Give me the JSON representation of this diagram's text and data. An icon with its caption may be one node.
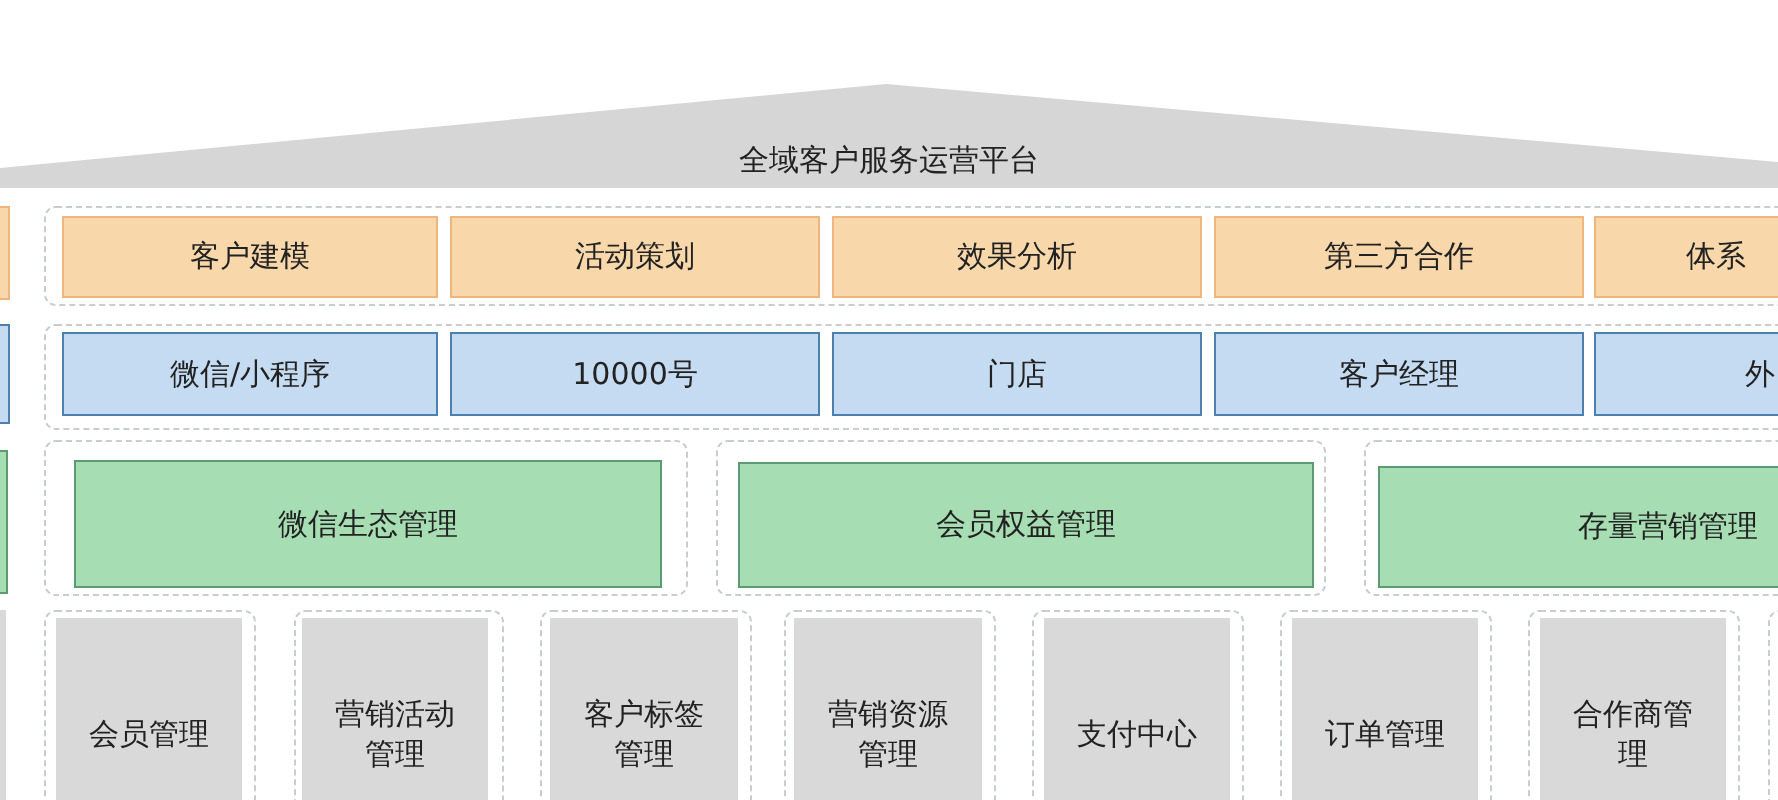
{
  "diagram": {
    "nodes": [
      {
        "text": [
          "全域客户服务运营平台"
        ]
      },
      {
        "text": [],
        "shape": "box"
      },
      {
        "text": [],
        "shape": "box"
      },
      {
        "text": [
          "客户建模"
        ],
        "in": 2
      },
      {
        "text": [
          "活动策划"
        ],
        "in": 2
      },
      {
        "text": [
          "效果分析"
        ],
        "in": 2
      },
      {
        "text": [
          "第三方合作"
        ],
        "in": 2
      },
      {
        "text": [
          "体系"
        ],
        "in": 2
      },
      {
        "text": [],
        "shape": "box"
      },
      {
        "text": [],
        "shape": "box"
      },
      {
        "text": [
          "微信/小程序"
        ],
        "in": 9
      },
      {
        "text": [
          "10000号"
        ],
        "in": 9
      },
      {
        "text": [
          "门店"
        ],
        "in": 9
      },
      {
        "text": [
          "客户经理"
        ],
        "in": 9
      },
      {
        "text": [
          "外"
        ],
        "in": 9
      },
      {
        "text": [],
        "shape": "box"
      },
      {
        "text": [],
        "shape": "box"
      },
      {
        "text": [
          "微信生态管理"
        ],
        "in": 16
      },
      {
        "text": [],
        "shape": "box"
      },
      {
        "text": [
          "会员权益管理"
        ],
        "in": 18
      },
      {
        "text": [],
        "shape": "box"
      },
      {
        "text": [
          "存量营销管理"
        ],
        "in": 20
      },
      {
        "text": [],
        "shape": "box"
      },
      {
        "text": [],
        "shape": "box"
      },
      {
        "text": [
          "会员管理"
        ],
        "in": 23
      },
      {
        "text": [],
        "shape": "box"
      },
      {
        "text": [
          "营销活动管理"
        ],
        "in": 25
      },
      {
        "text": [],
        "shape": "box"
      },
      {
        "text": [
          "客户标签管理"
        ],
        "in": 27
      },
      {
        "text": [],
        "shape": "box"
      },
      {
        "text": [
          "营销资源管理"
        ],
        "in": 29
      },
      {
        "text": [],
        "shape": "box"
      },
      {
        "text": [
          "支付中心"
        ],
        "in": 31
      },
      {
        "text": [],
        "shape": "box"
      },
      {
        "text": [
          "订单管理"
        ],
        "in": 33
      },
      {
        "text": [],
        "shape": "box"
      },
      {
        "text": [
          "合作商管理"
        ],
        "in": 35
      },
      {
        "text": [],
        "shape": "box"
      }
    ]
  }
}
